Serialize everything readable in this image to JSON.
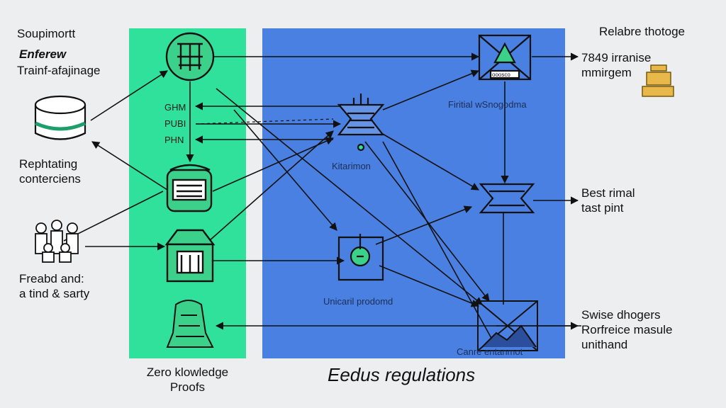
{
  "left_labels": {
    "top_line1": "Soupimortt",
    "top_line2": "Enferew",
    "top_line3": "Trainf-afajinage",
    "mid_line1": "Rephtating",
    "mid_line2": "contercien​s",
    "bottom_line1": "Freabd and:",
    "bottom_line2": "a tind & sarty"
  },
  "green_panel": {
    "tags": [
      "GHM",
      "PUBI",
      "PHN"
    ],
    "caption_line1": "Zero klowledge",
    "caption_line2": "Proofs"
  },
  "blue_panel": {
    "top_right_caption": "Firitial wSnogodma",
    "mid_caption": "Kitarimon",
    "lower_caption": "Unicaril prodomd",
    "bottom_caption": "Canré entanmot",
    "title": "Eedus regulations",
    "box_inner_text": "ooosco"
  },
  "right_labels": {
    "top_title": "Relabre thotoge",
    "top_line1": "7849 irranise",
    "top_line2": "mmirgem",
    "mid_line1": "Best rimal",
    "mid_line2": "tast pint",
    "bottom_line1": "Swise dhogers",
    "bottom_line2": "Rorfreice masule",
    "bottom_line3": "unithand"
  },
  "colors": {
    "green_panel": "#2fe19a",
    "blue_panel": "#4a80e2",
    "icon_fill_green": "#3bd18a",
    "stroke": "#111111"
  }
}
